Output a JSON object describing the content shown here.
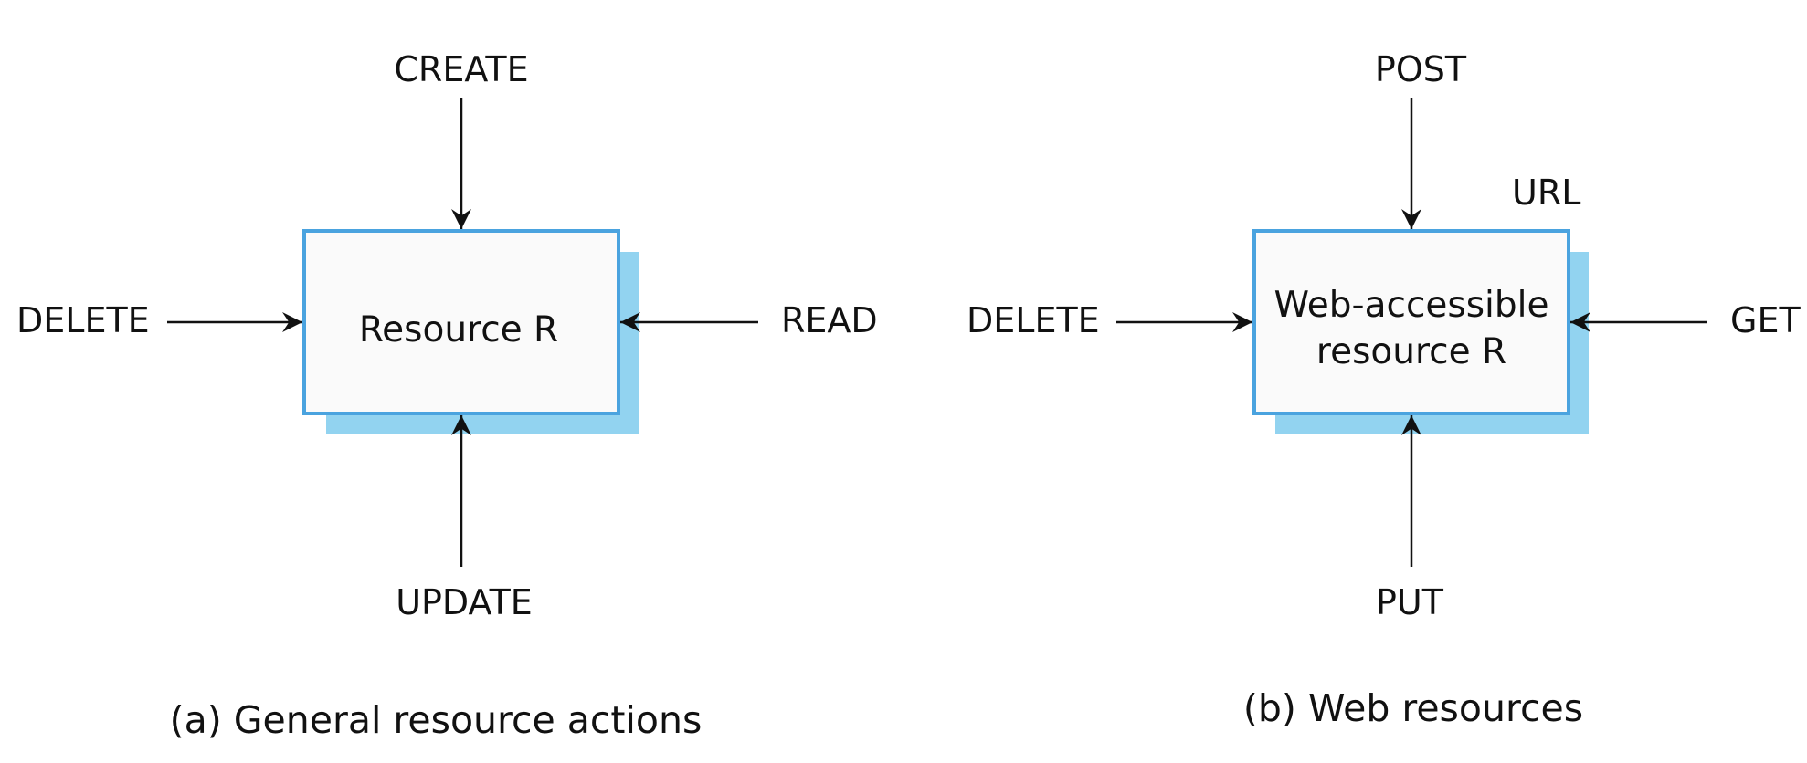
{
  "colors": {
    "box_border": "#4aa3df",
    "box_fill": "#fafafa",
    "box_shadow": "#92d3f0",
    "line": "#111111",
    "text": "#111111"
  },
  "panel_a": {
    "top_action": "CREATE",
    "left_action": "DELETE",
    "right_action": "READ",
    "bottom_action": "UPDATE",
    "box_label_lines": [
      "Resource R"
    ],
    "caption": "(a) General resource actions"
  },
  "panel_b": {
    "top_action": "POST",
    "left_action": "DELETE",
    "right_action": "GET",
    "bottom_action": "PUT",
    "url_label": "URL",
    "box_label_lines": [
      "Web-accessible",
      "resource R"
    ],
    "caption": "(b) Web resources"
  }
}
